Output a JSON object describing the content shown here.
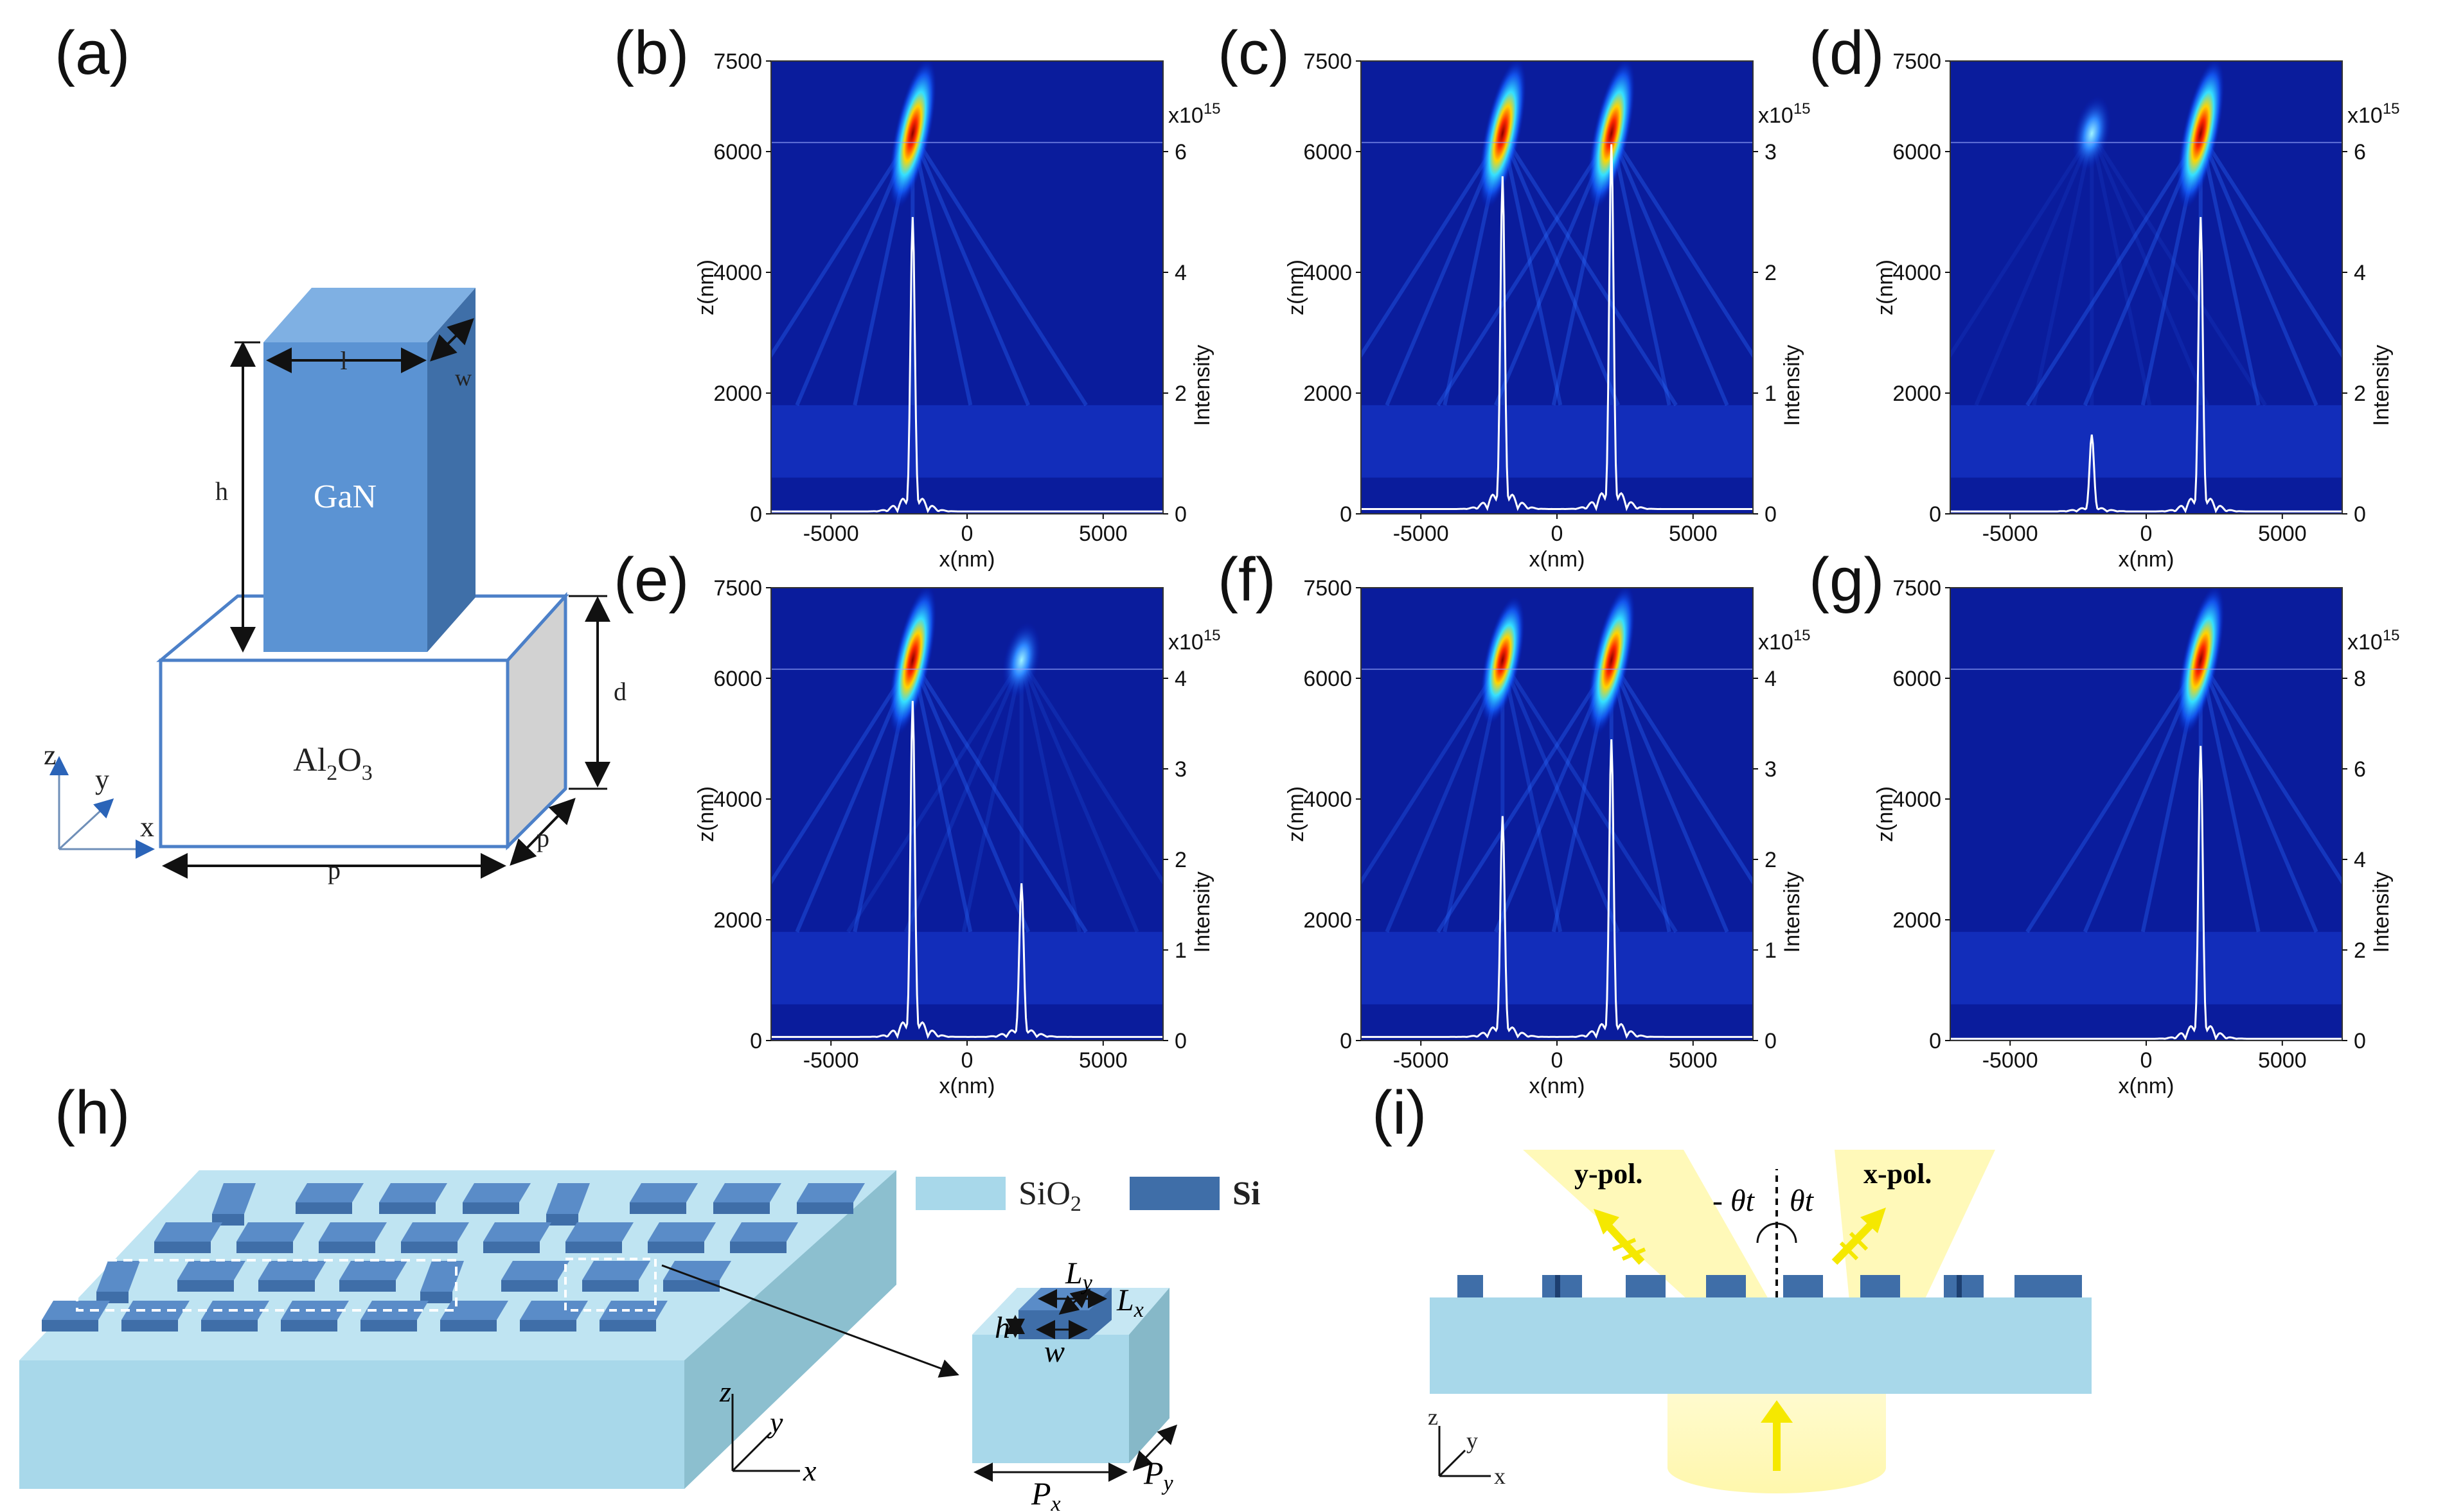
{
  "panel_labels": [
    "(a)",
    "(b)",
    "(c)",
    "(d)",
    "(e)",
    "(f)",
    "(g)",
    "(h)",
    "(i)"
  ],
  "schematic_a": {
    "material_top": "GaN",
    "material_bottom_main": "Al",
    "material_bottom_sub1": "2",
    "material_bottom_mid": "O",
    "material_bottom_sub2": "3",
    "dim_l": "l",
    "dim_w": "w",
    "dim_h": "h",
    "dim_d": "d",
    "dim_p_front": "p",
    "dim_p_side": "p",
    "axis_z": "z",
    "axis_y": "y",
    "axis_x": "x",
    "colors": {
      "pillar": "#5b93d3",
      "pillar_side": "#3f6fa8",
      "substrate_side": "#d2d2d2"
    }
  },
  "field_plots": {
    "x_label": "x(nm)",
    "z_label": "z(nm)",
    "intensity_label": "Intensity",
    "x_ticks": [
      "-5000",
      "0",
      "5000"
    ],
    "z_ticks": [
      "0",
      "2000",
      "4000",
      "6000",
      "7500"
    ],
    "colormap": "jet",
    "panels": [
      {
        "id": "b",
        "exponent_label": "x10",
        "exponent": "15",
        "intensity_ticks": [
          "0",
          "2",
          "4",
          "6"
        ],
        "spots": [
          {
            "x": -2000,
            "z": 6300,
            "strength": 1.0
          }
        ],
        "peaks": [
          {
            "x": -2000,
            "value": 4.6
          }
        ],
        "ymax": 7.5
      },
      {
        "id": "c",
        "exponent_label": "x10",
        "exponent": "15",
        "intensity_ticks": [
          "0",
          "1",
          "2",
          "3"
        ],
        "spots": [
          {
            "x": -2000,
            "z": 6300,
            "strength": 1.0
          },
          {
            "x": 2000,
            "z": 6300,
            "strength": 1.0
          }
        ],
        "peaks": [
          {
            "x": -2000,
            "value": 2.6
          },
          {
            "x": 2000,
            "value": 2.85
          }
        ],
        "ymax": 3.75
      },
      {
        "id": "d",
        "exponent_label": "x10",
        "exponent": "15",
        "intensity_ticks": [
          "0",
          "2",
          "4",
          "6"
        ],
        "spots": [
          {
            "x": -2000,
            "z": 6300,
            "strength": 0.35
          },
          {
            "x": 2000,
            "z": 6300,
            "strength": 1.0
          }
        ],
        "peaks": [
          {
            "x": -2000,
            "value": 1.2
          },
          {
            "x": 2000,
            "value": 4.6
          }
        ],
        "ymax": 7.5
      },
      {
        "id": "e",
        "exponent_label": "x10",
        "exponent": "15",
        "intensity_ticks": [
          "0",
          "1",
          "2",
          "3",
          "4"
        ],
        "spots": [
          {
            "x": -2000,
            "z": 6300,
            "strength": 1.0
          },
          {
            "x": 2000,
            "z": 6300,
            "strength": 0.5
          }
        ],
        "peaks": [
          {
            "x": -2000,
            "value": 3.5
          },
          {
            "x": 2000,
            "value": 1.6
          }
        ],
        "ymax": 5.0
      },
      {
        "id": "f",
        "exponent_label": "x10",
        "exponent": "15",
        "intensity_ticks": [
          "0",
          "1",
          "2",
          "3",
          "4"
        ],
        "spots": [
          {
            "x": -2000,
            "z": 6300,
            "strength": 0.85
          },
          {
            "x": 2000,
            "z": 6300,
            "strength": 1.0
          }
        ],
        "peaks": [
          {
            "x": -2000,
            "value": 2.3
          },
          {
            "x": 2000,
            "value": 3.1
          }
        ],
        "ymax": 5.0
      },
      {
        "id": "g",
        "exponent_label": "x10",
        "exponent": "15",
        "intensity_ticks": [
          "0",
          "2",
          "4",
          "6",
          "8"
        ],
        "spots": [
          {
            "x": 2000,
            "z": 6300,
            "strength": 1.0
          }
        ],
        "peaks": [
          {
            "x": 2000,
            "value": 6.1
          }
        ],
        "ymax": 10.0
      }
    ]
  },
  "schematic_h": {
    "legend_sio2_main": "SiO",
    "legend_sio2_sub": "2",
    "legend_si": "Si",
    "dim_ly_main": "L",
    "dim_ly_sub": "y",
    "dim_lx_main": "L",
    "dim_lx_sub": "x",
    "dim_h": "h",
    "dim_w": "w",
    "dim_px_main": "P",
    "dim_px_sub": "x",
    "dim_py_main": "P",
    "dim_py_sub": "y",
    "axis_z": "z",
    "axis_y": "y",
    "axis_x": "x",
    "colors": {
      "sio2": "#a8d8ea",
      "si": "#3f6ea8"
    }
  },
  "schematic_i": {
    "y_pol": "y-pol.",
    "x_pol": "x-pol.",
    "theta_neg": "- θt",
    "theta_pos": "θt",
    "axis_z": "z",
    "axis_y": "y",
    "axis_x": "x",
    "colors": {
      "beam": "#fff7a8",
      "arrow": "#f5e800"
    }
  }
}
